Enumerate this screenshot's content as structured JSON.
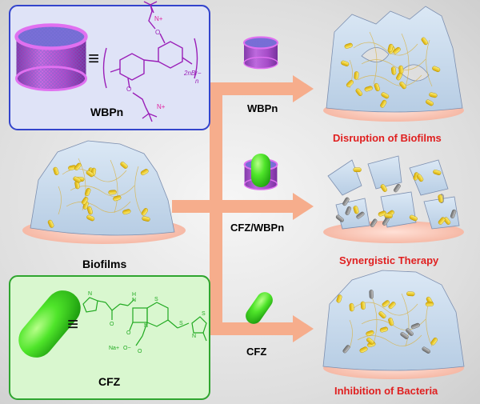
{
  "colors": {
    "wbpn_panel_border": "#3344cc",
    "wbpn_panel_fill": "#dfe3f7",
    "cfz_panel_border": "#2fa52f",
    "cfz_panel_fill": "#d9f7cf",
    "arrow": "#f6ad8c",
    "outcome_text": "#e02020",
    "macrocycle": "#c65ad9",
    "drug": "#33dd1a",
    "structure_wbpn": "#9a1fb8",
    "structure_cfz": "#22aa22",
    "charge": "#e020a0"
  },
  "icons": [
    "macrocycle-ring-icon",
    "drug-capsule-icon",
    "biofilm-icon",
    "bacteria-icon"
  ],
  "labels": {
    "wbpn_panel": "WBPn",
    "cfz_panel": "CFZ",
    "biofilms": "Biofilms",
    "path_top": "WBPn",
    "path_middle": "CFZ/WBPn",
    "path_bottom": "CFZ",
    "outcome_top": "Disruption of Biofilms",
    "outcome_middle": "Synergistic Therapy",
    "outcome_bottom": "Inhibition of Bacteria"
  },
  "wbpn_structure": {
    "equals": "≡",
    "charge_top": "N+",
    "charge_bottom": "N+",
    "oxygen_top": "O",
    "oxygen_bottom": "O",
    "counterion": "2nBr−",
    "repeat": "n"
  },
  "cfz_structure": {
    "equals": "≡",
    "tetrazole_n": "N",
    "amide_h": "H",
    "amide_n": "N",
    "carbonyl_o": "O",
    "lactam_o": "O",
    "ring_n": "N",
    "ring_s": "S",
    "thioether_s": "S",
    "thiadiazole_s": "S",
    "thiadiazole_n": "N",
    "counter_cation": "Na+",
    "carboxylate": "O−",
    "carboxyl_o": "O"
  }
}
